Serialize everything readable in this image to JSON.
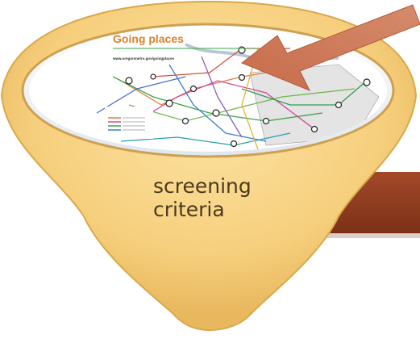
{
  "diagram": {
    "funnel_label_line1": "screening",
    "funnel_label_line2": "criteria",
    "map_title": "Going places",
    "map_url": "www.oregonmetro.gov/goingplaces"
  },
  "colors": {
    "funnel_fill": "#f6cf7d",
    "funnel_edge": "#d9a84a",
    "arrow_fill": "#cf7a5a",
    "output_bar": "#8a3a1e",
    "map_title": "#d9822b"
  }
}
